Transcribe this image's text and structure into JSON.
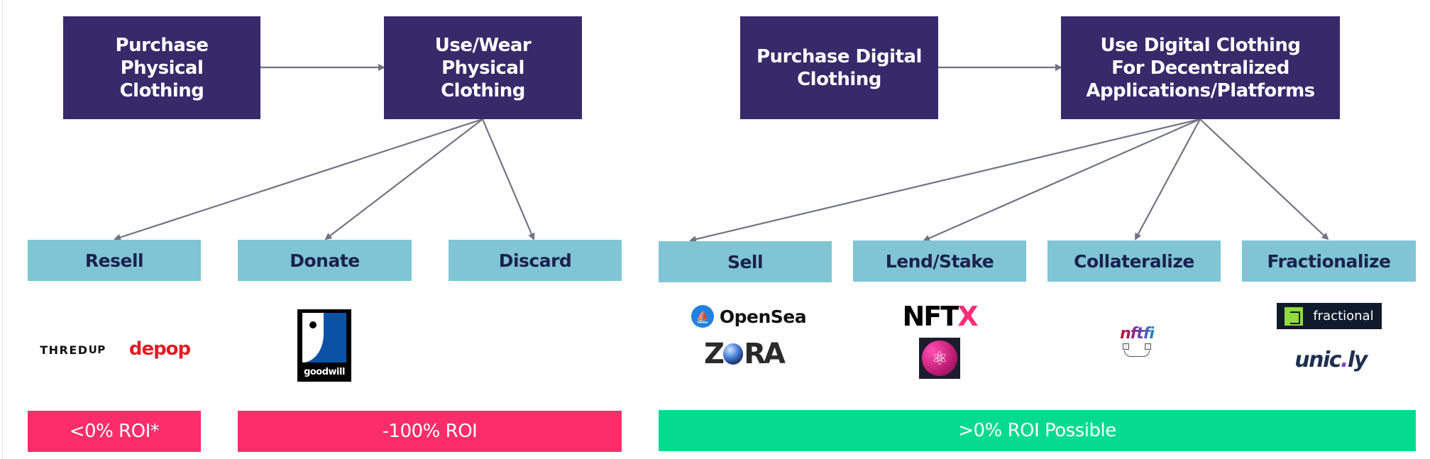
{
  "colors": {
    "primary_box": "#362a6a",
    "action_box": "#7fc5d3",
    "action_text": "#1c2150",
    "roi_negative": "#fd2d6a",
    "roi_positive": "#04db8f",
    "arrow": "#707385"
  },
  "physical": {
    "purchase": "Purchase Physical Clothing",
    "use": "Use/Wear Physical Clothing",
    "actions": [
      {
        "label": "Resell"
      },
      {
        "label": "Donate"
      },
      {
        "label": "Discard"
      }
    ],
    "logos": {
      "thredup_main": "THRED",
      "thredup_sup": "UP",
      "depop": "depop",
      "goodwill": "goodwill"
    },
    "roi": [
      {
        "label": "<0% ROI*"
      },
      {
        "label": "-100% ROI"
      }
    ]
  },
  "digital": {
    "purchase": "Purchase Digital Clothing",
    "use": "Use Digital Clothing For Decentralized Applications/Platforms",
    "actions": [
      {
        "label": "Sell"
      },
      {
        "label": "Lend/Stake"
      },
      {
        "label": "Collateralize"
      },
      {
        "label": "Fractionalize"
      }
    ],
    "logos": {
      "opensea": "OpenSea",
      "zora_left": "Z",
      "zora_right": "RA",
      "nftx_main": "NFT",
      "nftx_x": "X",
      "nftfi": "nftfi",
      "fractional": "fractional",
      "unicly_main": "unic",
      "unicly_dot": ".",
      "unicly_end": "ly"
    },
    "roi": [
      {
        "label": ">0% ROI Possible"
      }
    ]
  }
}
